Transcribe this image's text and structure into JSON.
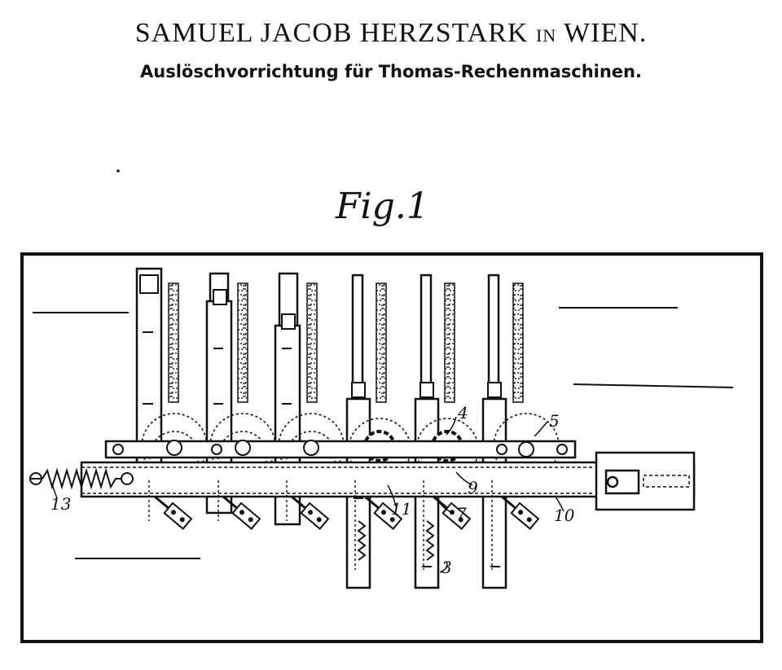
{
  "header": {
    "title_name": "SAMUEL JACOB HERZSTARK",
    "title_in": "IN",
    "title_city": "WIEN.",
    "subtitle": "Auslöschvorrichtung für Thomas-Rechenmaschinen."
  },
  "figure": {
    "label": "Fig.1",
    "callouts": {
      "c3": "3",
      "c4": "4",
      "c5": "5",
      "c7": "7",
      "c9": "9",
      "c10": "10",
      "c11": "11",
      "c13": "13"
    }
  },
  "colors": {
    "ink": "#111111",
    "paper": "#ffffff"
  }
}
